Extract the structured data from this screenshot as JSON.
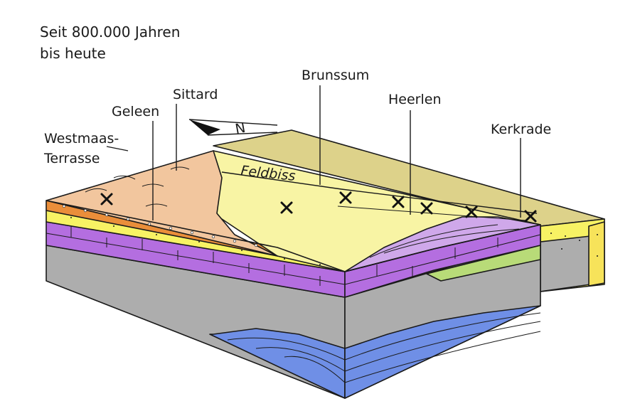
{
  "caption": {
    "line1": "Seit 800.000 Jahren",
    "line2": "bis heute"
  },
  "labels": {
    "westmaas_line1": "Westmaas-",
    "westmaas_line2": "Terrasse",
    "geleen": "Geleen",
    "sittard": "Sittard",
    "brunssum": "Brunssum",
    "heerlen": "Heerlen",
    "kerkrade": "Kerkrade",
    "feldbiss": "Feldbiss"
  },
  "compass": {
    "letter": "N"
  },
  "colors": {
    "terrace_orange": "#f2c69e",
    "surface_yellow": "#f8f4a4",
    "upland_khaki": "#ddd28a",
    "bright_yellow": "#f7f264",
    "purple": "#b46ee0",
    "lilac": "#cfa8ea",
    "green": "#b8db78",
    "grey": "#adadad",
    "blue": "#6f8fe6",
    "gravel_orange": "#ea8e3a"
  },
  "icons": [
    "mine-icon"
  ]
}
